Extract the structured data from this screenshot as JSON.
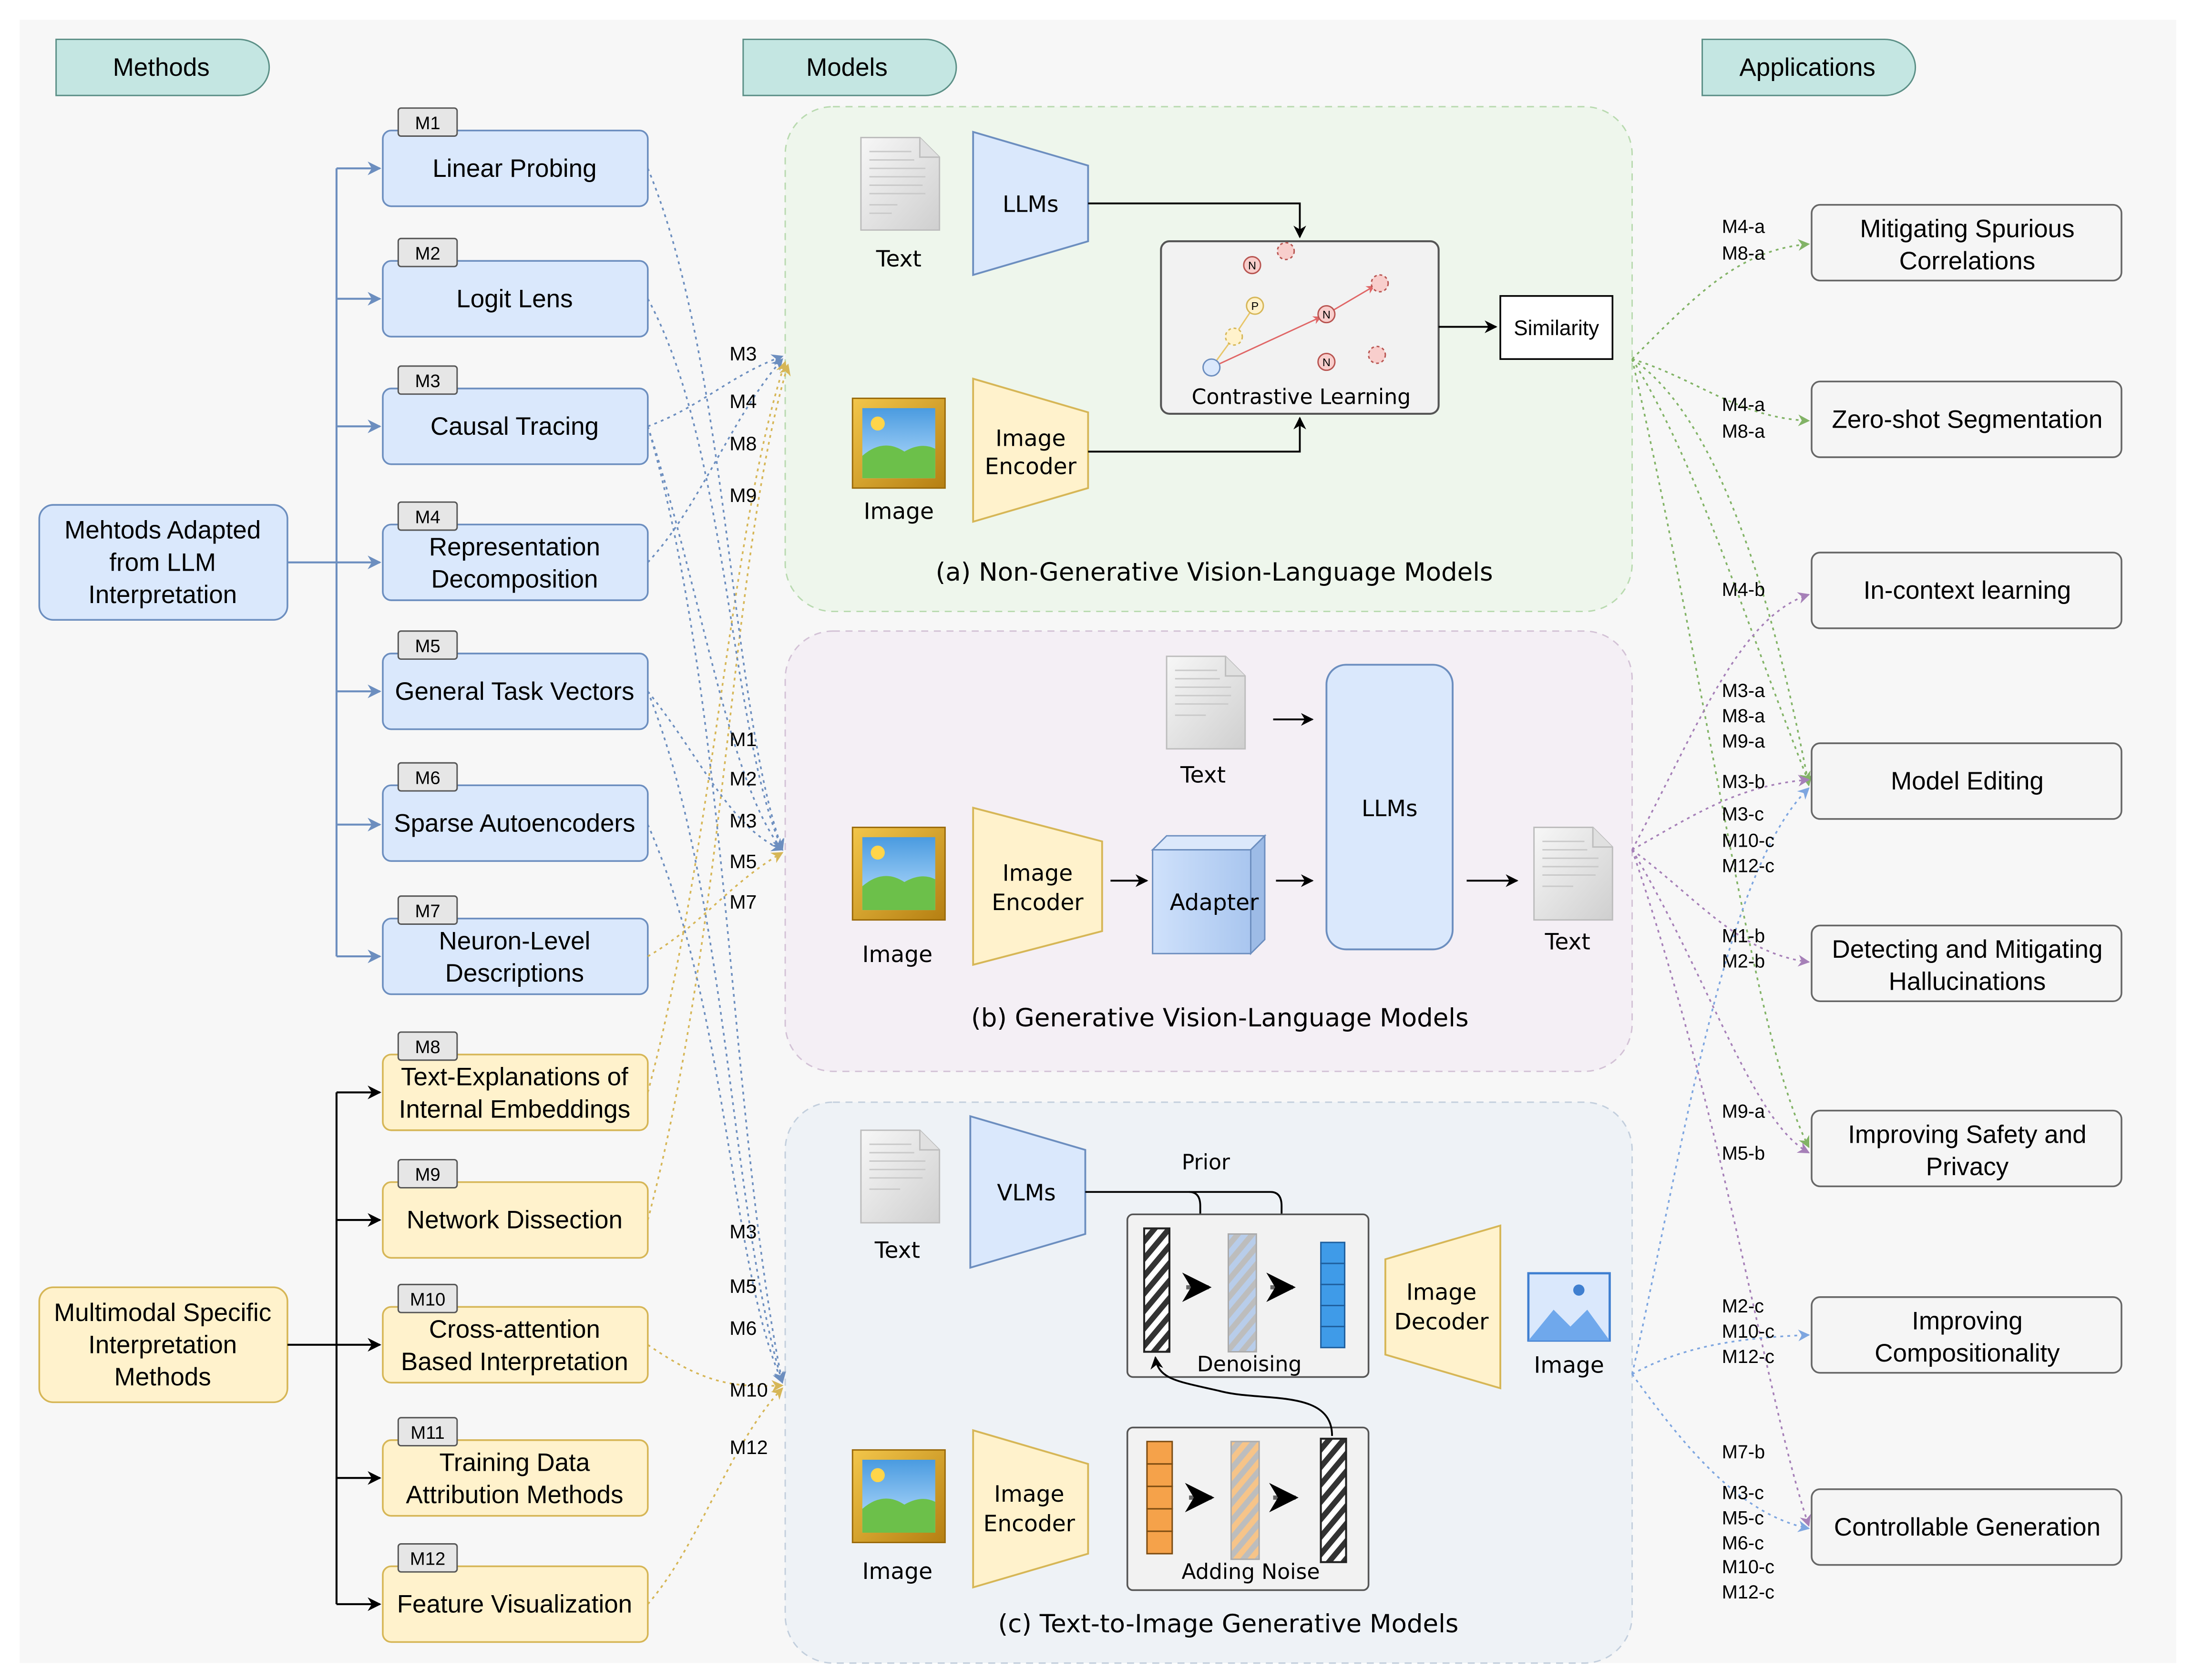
{
  "headers": {
    "methods": "Methods",
    "models": "Models",
    "applications": "Applications"
  },
  "groups": {
    "llm": [
      "Mehtods Adapted",
      "from LLM",
      "Interpretation"
    ],
    "multimodal": [
      "Multimodal Specific",
      "Interpretation",
      "Methods"
    ]
  },
  "methods": [
    {
      "tag": "M1",
      "lines": [
        "Linear Probing"
      ]
    },
    {
      "tag": "M2",
      "lines": [
        "Logit Lens"
      ]
    },
    {
      "tag": "M3",
      "lines": [
        "Causal Tracing"
      ]
    },
    {
      "tag": "M4",
      "lines": [
        "Representation",
        "Decomposition"
      ]
    },
    {
      "tag": "M5",
      "lines": [
        "General Task Vectors"
      ]
    },
    {
      "tag": "M6",
      "lines": [
        "Sparse Autoencoders"
      ]
    },
    {
      "tag": "M7",
      "lines": [
        "Neuron-Level",
        "Descriptions"
      ]
    },
    {
      "tag": "M8",
      "lines": [
        "Text-Explanations of",
        "Internal Embeddings"
      ]
    },
    {
      "tag": "M9",
      "lines": [
        "Network Dissection"
      ]
    },
    {
      "tag": "M10",
      "lines": [
        "Cross-attention",
        "Based Interpretation"
      ]
    },
    {
      "tag": "M11",
      "lines": [
        "Training Data",
        "Attribution Methods"
      ]
    },
    {
      "tag": "M12",
      "lines": [
        "Feature Visualization"
      ]
    }
  ],
  "edge_labels": {
    "a": [
      "M3",
      "M4",
      "M8",
      "M9"
    ],
    "b": [
      "M1",
      "M2",
      "M3",
      "M5",
      "M7"
    ],
    "c": [
      "M3",
      "M5",
      "M6",
      "M10",
      "M12"
    ]
  },
  "panel_a": {
    "caption": "(a) Non-Generative Vision-Language Models",
    "text_label": "Text",
    "image_label": "Image",
    "llms": "LLMs",
    "image_encoder": [
      "Image",
      "Encoder"
    ],
    "contrastive": "Contrastive Learning",
    "similarity": "Similarity",
    "p": "P",
    "n": "N"
  },
  "panel_b": {
    "caption": "(b) Generative Vision-Language Models",
    "text_in": "Text",
    "image_label": "Image",
    "image_encoder": [
      "Image",
      "Encoder"
    ],
    "adapter": "Adapter",
    "llms": "LLMs",
    "text_out": "Text"
  },
  "panel_c": {
    "caption": "(c) Text-to-Image Generative Models",
    "text_label": "Text",
    "image_label": "Image",
    "vlms": "VLMs",
    "prior": "Prior",
    "denoising": "Denoising",
    "adding_noise": "Adding Noise",
    "image_decoder": [
      "Image",
      "Decoder"
    ],
    "image_out": "Image",
    "image_encoder": [
      "Image",
      "Encoder"
    ]
  },
  "applications": [
    {
      "lines": [
        "Mitigating Spurious",
        "Correlations"
      ],
      "tags": [
        "M4-a",
        "M8-a"
      ]
    },
    {
      "lines": [
        "Zero-shot Segmentation"
      ],
      "tags": [
        "M4-a",
        "M8-a"
      ]
    },
    {
      "lines": [
        "In-context learning"
      ],
      "tags": [
        "M4-b"
      ]
    },
    {
      "lines": [
        "Model Editing"
      ],
      "tags": [
        "M3-a",
        "M8-a",
        "M9-a",
        "M3-b",
        "M3-c",
        "M10-c",
        "M12-c"
      ]
    },
    {
      "lines": [
        "Detecting and Mitigating",
        "Hallucinations"
      ],
      "tags": [
        "M1-b",
        "M2-b"
      ]
    },
    {
      "lines": [
        "Improving Safety and",
        "Privacy"
      ],
      "tags": [
        "M9-a",
        "M5-b"
      ]
    },
    {
      "lines": [
        "Improving",
        "Compositionality"
      ],
      "tags": [
        "M2-c",
        "M10-c",
        "M12-c"
      ]
    },
    {
      "lines": [
        "Controllable Generation"
      ],
      "tags": [
        "M7-b",
        "M3-c",
        "M5-c",
        "M6-c",
        "M10-c",
        "M12-c"
      ]
    }
  ],
  "colors": {
    "header_fill": "#c4e6e2",
    "blue_fill": "#dae8fc",
    "blue_stroke": "#6c8ebf",
    "yellow_fill": "#fff2cc",
    "yellow_stroke": "#d6b656",
    "tag_fill": "#e6e6e6",
    "panel_a": "#eef6ec",
    "panel_b": "#f4eff5",
    "panel_c": "#eef2f6",
    "app_fill": "#f5f5f5",
    "green_edge": "#82b366",
    "purple_edge": "#a680b8",
    "blue_edge": "#7ea6e0"
  }
}
